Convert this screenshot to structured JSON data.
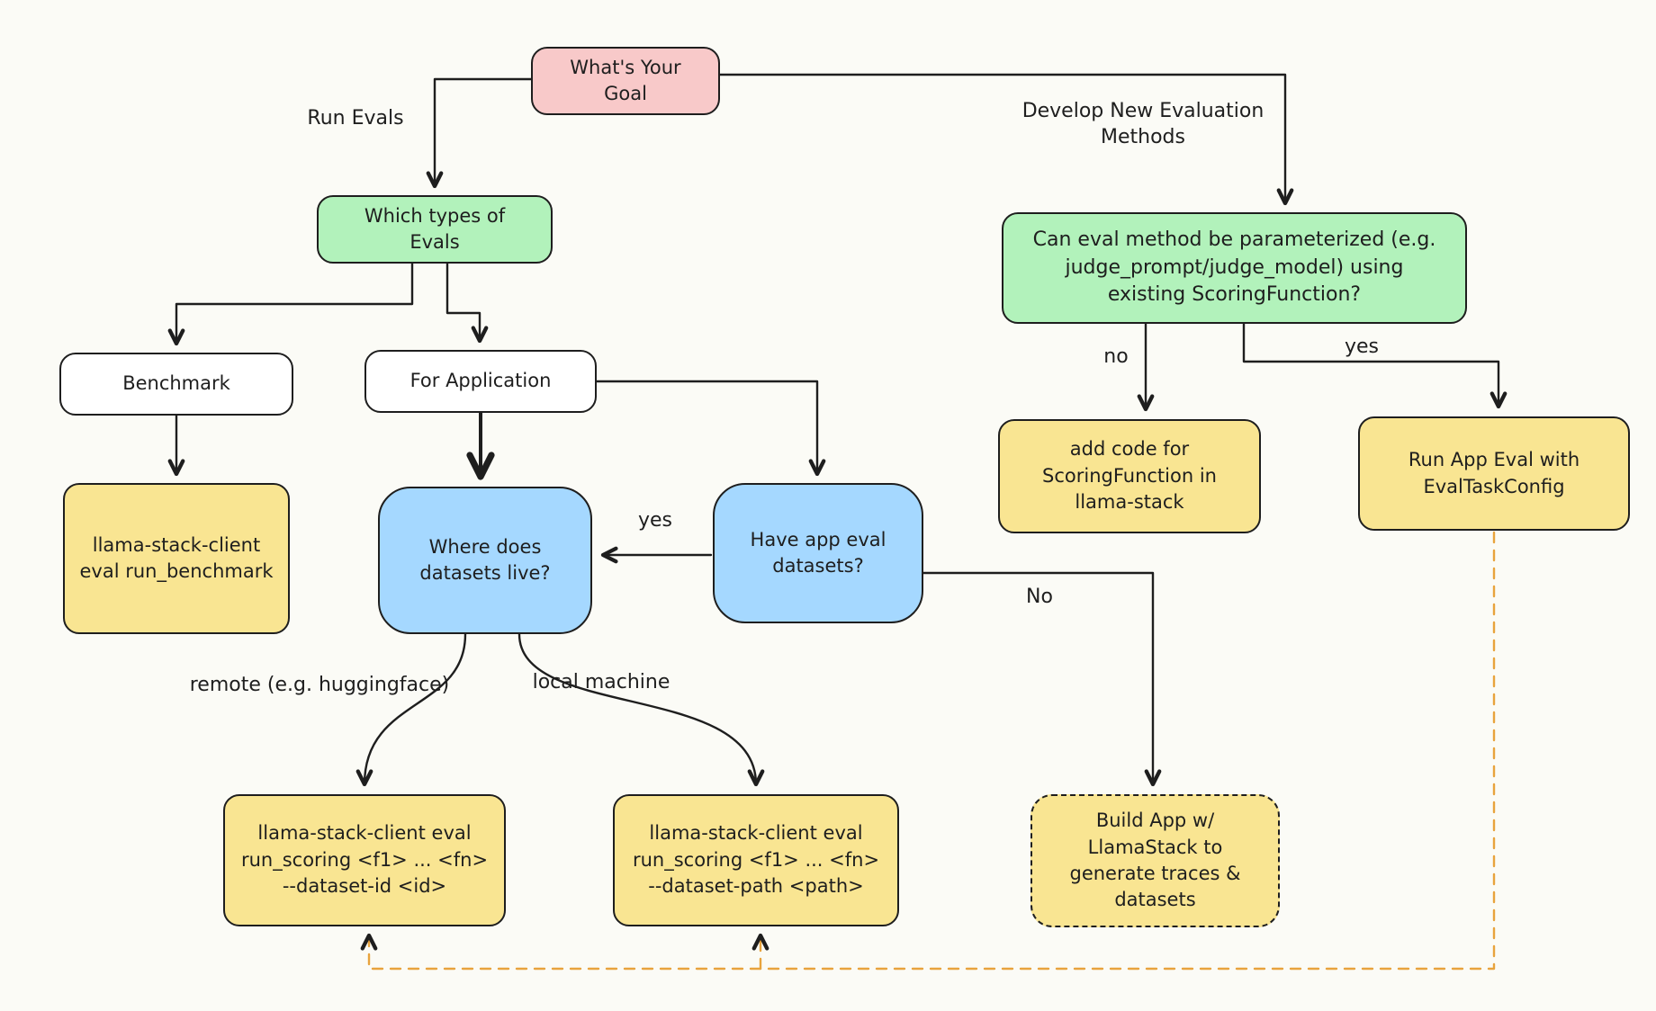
{
  "diagram": {
    "title_node": "What's Your\nGoal",
    "colors": {
      "background": "#fbfbf6",
      "stroke": "#1e1e1e",
      "pink": "#f8c9c9",
      "green": "#b2f2bb",
      "blue": "#a5d8ff",
      "yellow": "#f9e592",
      "white": "#ffffff",
      "orange_dashed": "#e8a33d"
    }
  },
  "nodes": {
    "goal": {
      "label": "What's Your\nGoal"
    },
    "which_types": {
      "label": "Which types of\nEvals"
    },
    "benchmark": {
      "label": "Benchmark"
    },
    "for_application": {
      "label": "For Application"
    },
    "run_benchmark": {
      "label": "llama-stack-client\neval run_benchmark"
    },
    "where_datasets": {
      "label": "Where does\ndatasets live?"
    },
    "have_datasets": {
      "label": "Have app eval\ndatasets?"
    },
    "parameterized": {
      "label": "Can eval method be parameterized (e.g.\njudge_prompt/judge_model) using\nexisting ScoringFunction?"
    },
    "add_code": {
      "label": "add code for\nScoringFunction in\nllama-stack"
    },
    "run_app_eval": {
      "label": "Run App Eval with\nEvalTaskConfig"
    },
    "run_scoring_id": {
      "label": "llama-stack-client eval\nrun_scoring <f1> ... <fn>\n--dataset-id <id>"
    },
    "run_scoring_path": {
      "label": "llama-stack-client eval\nrun_scoring <f1> ... <fn>\n--dataset-path <path>"
    },
    "build_app": {
      "label": "Build App w/\nLlamaStack to\ngenerate traces &\ndatasets"
    }
  },
  "edge_labels": {
    "run_evals": "Run Evals",
    "develop_new": "Develop New Evaluation\nMethods",
    "yes_mid": "yes",
    "no_mid": "No",
    "no_left": "no",
    "yes_right": "yes",
    "remote": "remote (e.g. huggingface)",
    "local": "local machine"
  }
}
